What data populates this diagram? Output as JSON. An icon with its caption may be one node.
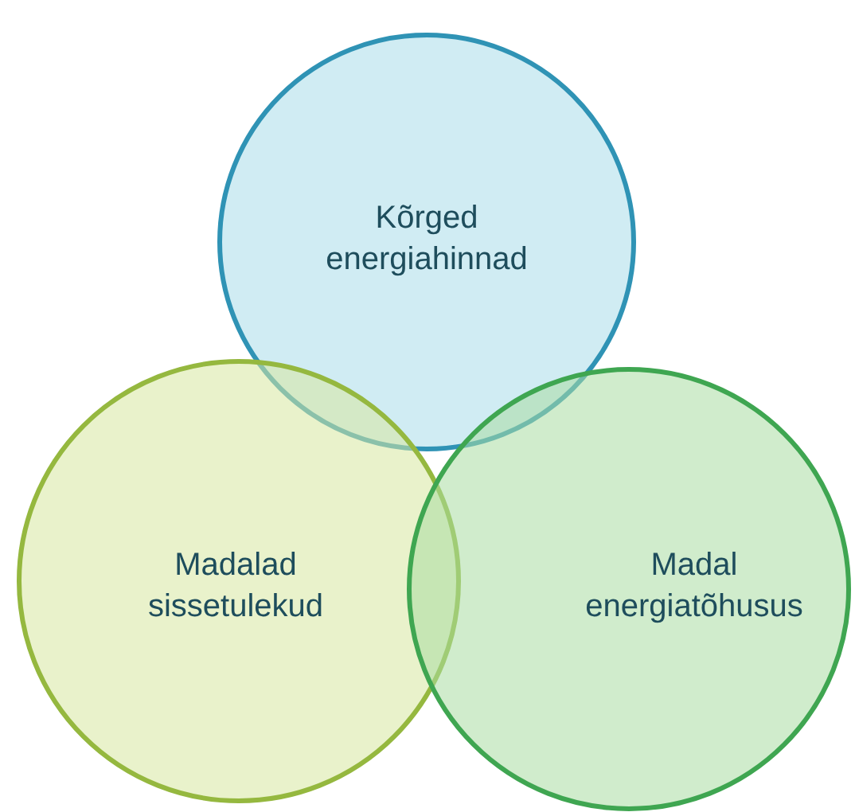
{
  "diagram": {
    "nodes": [
      {
        "text": [
          "Kõrged energiahinnad"
        ]
      },
      {
        "text": [
          "Madalad sissetulekud"
        ]
      },
      {
        "text": [
          "Madal energiatõhusus"
        ]
      }
    ]
  }
}
